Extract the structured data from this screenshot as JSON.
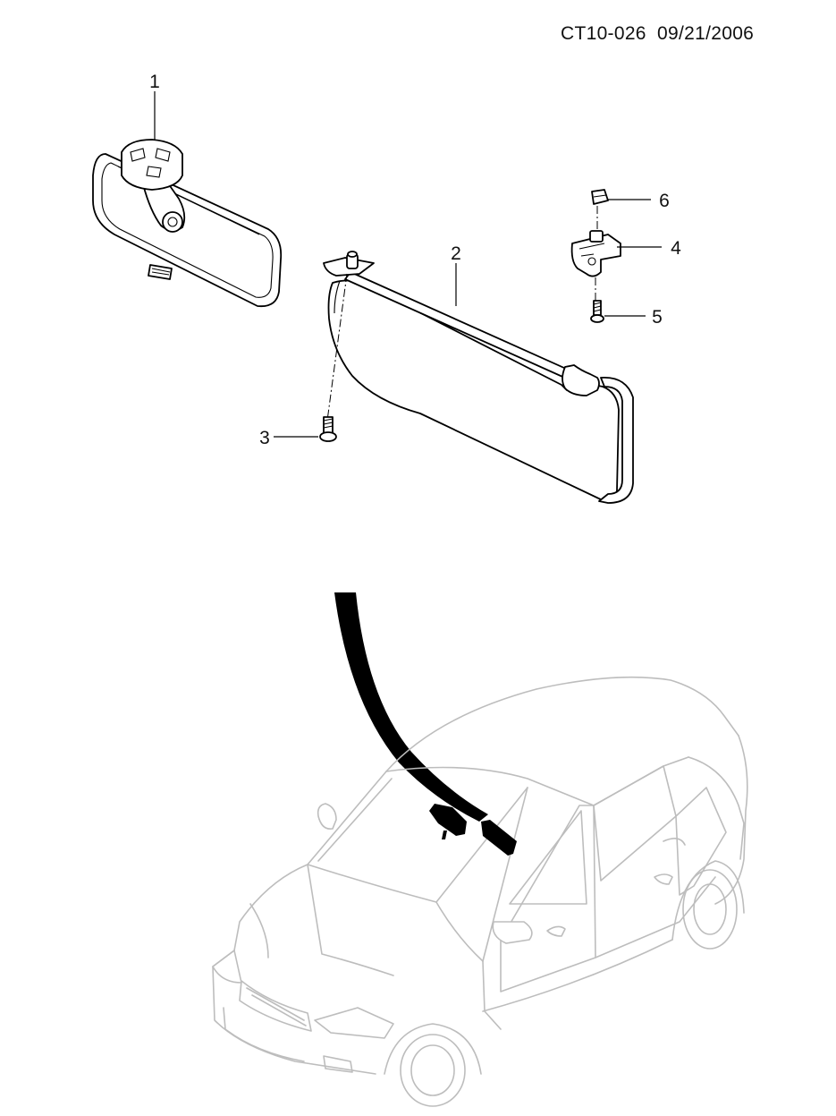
{
  "header": {
    "doc_code": "CT10-026  09/21/2006"
  },
  "callouts": [
    {
      "id": "1",
      "label": "1"
    },
    {
      "id": "2",
      "label": "2"
    },
    {
      "id": "3",
      "label": "3"
    },
    {
      "id": "4",
      "label": "4"
    },
    {
      "id": "5",
      "label": "5"
    },
    {
      "id": "6",
      "label": "6"
    }
  ],
  "colors": {
    "linework": "#000000",
    "car_outline": "#bdbdbd",
    "highlight": "#000000",
    "background": "#ffffff"
  }
}
